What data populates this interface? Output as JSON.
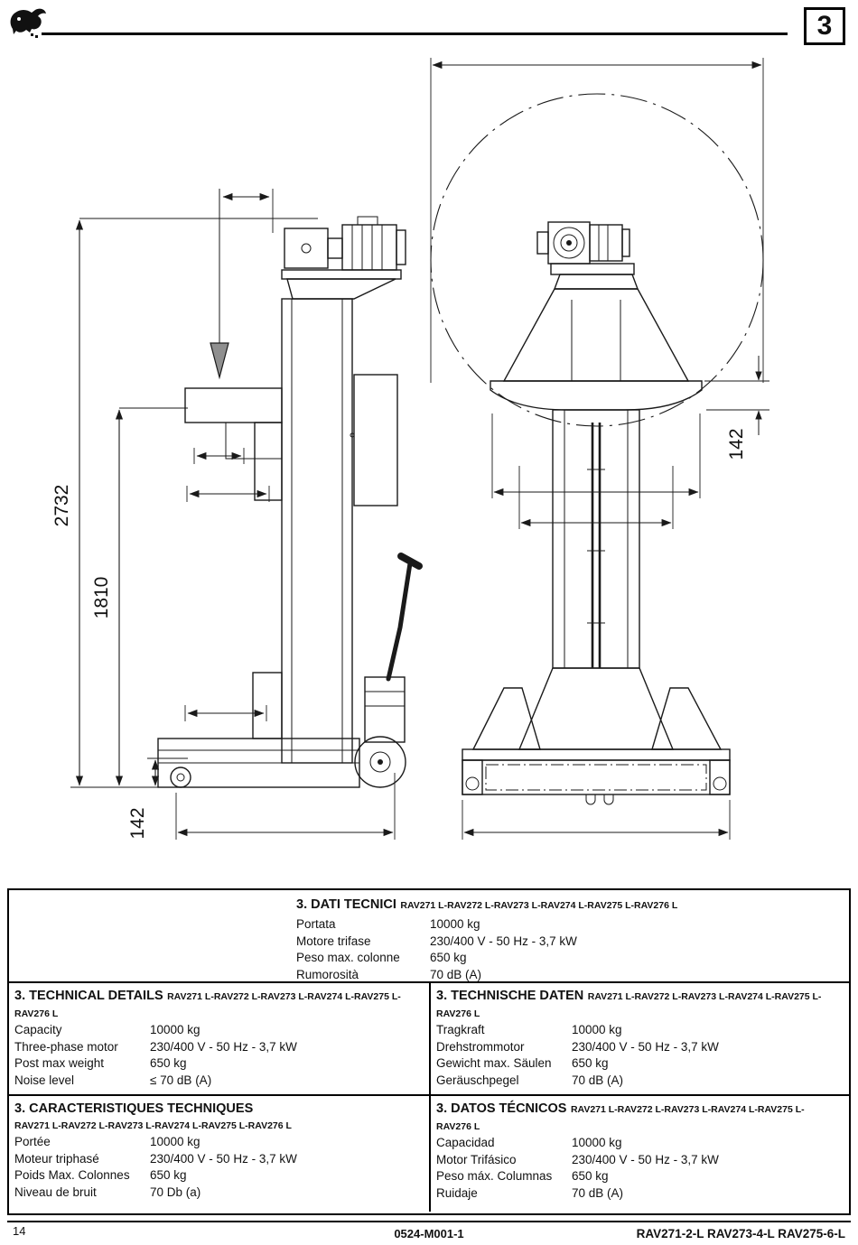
{
  "header": {
    "chapter_number": "3"
  },
  "drawing": {
    "side_view": {
      "dim_overall_height": "2732",
      "dim_lift_height": "1810",
      "dim_base_height": "142"
    },
    "front_view": {
      "dim_plate_height": "142"
    }
  },
  "specs": {
    "it": {
      "title": "3. DATI TECNICI",
      "models": "RAV271 L-RAV272 L-RAV273 L-RAV274 L-RAV275 L-RAV276 L",
      "rows": [
        {
          "label": "Portata",
          "value": "10000 kg"
        },
        {
          "label": "Motore trifase",
          "value": "230/400 V - 50 Hz - 3,7 kW"
        },
        {
          "label": "Peso max. colonne",
          "value": "650 kg"
        },
        {
          "label": "Rumorosità",
          "value": "70 dB (A)"
        }
      ]
    },
    "en": {
      "title": "3. TECHNICAL DETAILS",
      "models_line1": "RAV271 L-RAV272 L-RAV273 L-RAV274 L-RAV275 L-",
      "models_line2": "RAV276 L",
      "rows": [
        {
          "label": "Capacity",
          "value": "10000 kg"
        },
        {
          "label": "Three-phase motor",
          "value": "230/400 V - 50 Hz - 3,7 kW"
        },
        {
          "label": "Post max weight",
          "value": "650 kg"
        },
        {
          "label": "Noise level",
          "value": "≤ 70 dB (A)"
        }
      ]
    },
    "de": {
      "title": "3. TECHNISCHE DATEN",
      "models_line1": "RAV271 L-RAV272 L-RAV273 L-RAV274 L-RAV275 L-",
      "models_line2": "RAV276 L",
      "rows": [
        {
          "label": "Tragkraft",
          "value": "10000 kg"
        },
        {
          "label": "Drehstrommotor",
          "value": "230/400 V - 50 Hz - 3,7 kW"
        },
        {
          "label": "Gewicht max. Säulen",
          "value": "650 kg"
        },
        {
          "label": "Geräuschpegel",
          "value": "70 dB (A)"
        }
      ]
    },
    "fr": {
      "title": "3. CARACTERISTIQUES TECHNIQUES",
      "models": "RAV271 L-RAV272 L-RAV273 L-RAV274 L-RAV275 L-RAV276 L",
      "rows": [
        {
          "label": "Portée",
          "value": "10000 kg"
        },
        {
          "label": "Moteur triphasé",
          "value": "230/400 V - 50 Hz - 3,7 kW"
        },
        {
          "label": "Poids Max. Colonnes",
          "value": "650 kg"
        },
        {
          "label": "Niveau de bruit",
          "value": "70 Db (a)"
        }
      ]
    },
    "es": {
      "title": "3. DATOS TÉCNICOS",
      "models_line1": "RAV271 L-RAV272 L-RAV273 L-RAV274 L-RAV275 L-",
      "models_line2": "RAV276 L",
      "rows": [
        {
          "label": "Capacidad",
          "value": "10000 kg"
        },
        {
          "label": "Motor Trifásico",
          "value": "230/400 V - 50 Hz - 3,7 kW"
        },
        {
          "label": "Peso máx. Columnas",
          "value": "650 kg"
        },
        {
          "label": "Ruidaje",
          "value": "70 dB (A)"
        }
      ]
    }
  },
  "footer": {
    "page_number": "14",
    "doc_code": "0524-M001-1",
    "models": "RAV271-2-L  RAV273-4-L  RAV275-6-L"
  }
}
